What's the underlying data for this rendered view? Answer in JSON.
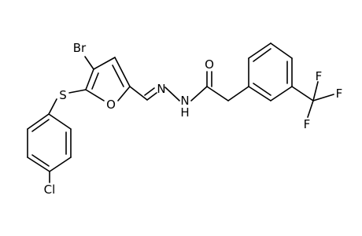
{
  "structure": {
    "atoms": {
      "br": "Br",
      "s": "S",
      "o_furan": "O",
      "cl": "Cl",
      "n1": "N",
      "n2": "N",
      "h": "H",
      "o_carbonyl": "O",
      "f1": "F",
      "f2": "F",
      "f3": "F"
    }
  }
}
